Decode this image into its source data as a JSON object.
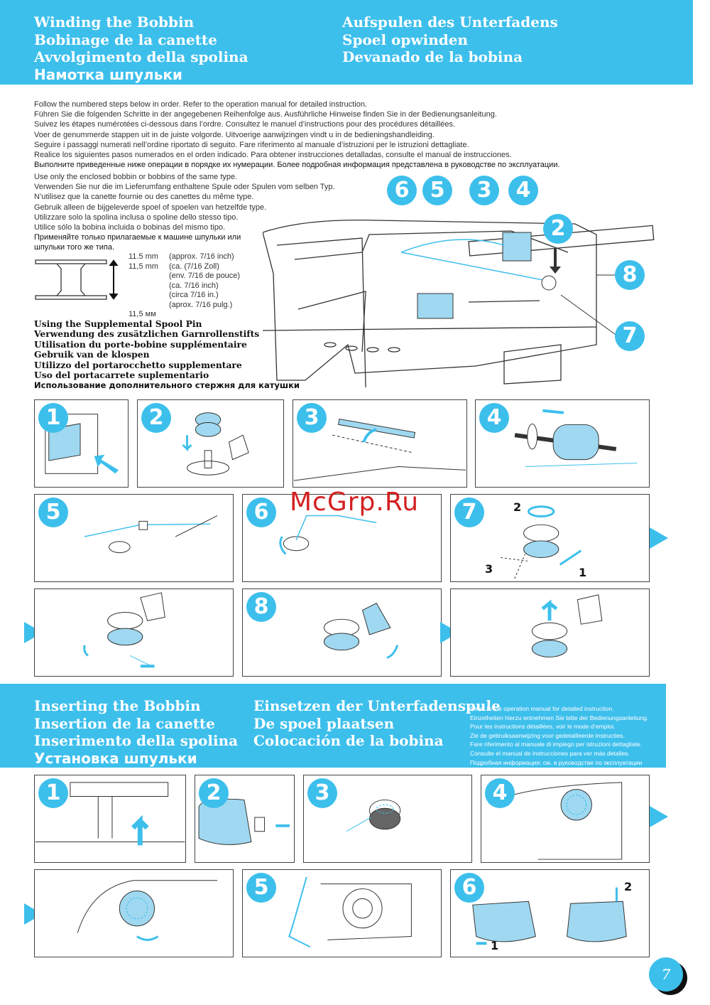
{
  "header": {
    "titles_left": [
      "Winding the Bobbin",
      "Bobinage de la canette",
      "Avvolgimento della spolina",
      "Намотка шпульки"
    ],
    "titles_right": [
      "Aufspulen des Unterfadens",
      "Spoel opwinden",
      "Devanado de la bobina"
    ]
  },
  "intro": [
    "Follow the numbered steps below in order. Refer to the operation manual for detailed instruction.",
    "Führen Sie die folgenden Schritte in der angegebenen Reihenfolge aus. Ausführliche Hinweise finden Sie in der Bedienungsanleitung.",
    "Suivez les étapes numérotées ci-dessous dans l’ordre. Consultez le manuel d’instructions pour des procédures détaillées.",
    "Voer de genummerde stappen uit in de juiste volgorde. Uitvoerige aanwijzingen vindt u in de bedieningshandleiding.",
    "Seguire i passaggi numerati nell’ordine riportato di seguito. Fare riferimento al manuale d’istruzioni per le istruzioni dettagliate.",
    "Realice los siguientes pasos numerados en el orden indicado. Para obtener instrucciones detalladas, consulte el manual de instrucciones.",
    "Выполните приведенные ниже операции в порядке их нумерации. Более подробная информация представлена в руководстве по эксплуатации."
  ],
  "bobbin_note": [
    "Use only the enclosed bobbin or bobbins of the same type.",
    "Verwenden Sie nur die im Lieferumfang enthaltene Spule oder Spulen vom selben Typ.",
    "N’utilisez que la canette fournie ou des canettes du même type.",
    "Gebruik alleen de bijgeleverde spoel of spoelen van hetzelfde type.",
    "Utilizzare solo la spolina inclusa o spoline dello stesso tipo.",
    "Utilice sólo la bobina incluida o bobinas del mismo tipo.",
    "Применяйте только прилагаемые к машине шпульки или",
    "шпульки того же типа."
  ],
  "dimension": {
    "mm": [
      "11.5 mm",
      "11,5 mm"
    ],
    "inch": [
      "(approx. 7/16 inch)",
      "(ca. (7/16 Zoll)",
      "(env. 7/16 de pouce)",
      "(ca. 7/16 inch)",
      "(circa 7/16 in.)",
      "(aprox. 7/16 pulg.)"
    ],
    "mm_ru": "11,5 мм"
  },
  "spool_pin": [
    "Using the Supplemental Spool Pin",
    "Verwendung des zusätzlichen Garnrollenstifts",
    "Utilisation du porte-bobine supplémentaire",
    "Gebruik van de klospen",
    "Utilizzo del portarocchetto supplementare",
    "Uso del portacarrete suplementario",
    "Использование дополнительного стержня для катушки"
  ],
  "diagram_steps": [
    "6",
    "5",
    "3",
    "4",
    "2",
    "8",
    "7"
  ],
  "winding_steps": [
    "1",
    "2",
    "3",
    "4",
    "5",
    "6",
    "7",
    "8"
  ],
  "step7_labels": [
    "2",
    "3",
    "1"
  ],
  "watermark": "McGrp.Ru",
  "inserting": {
    "titles_left": [
      "Inserting the Bobbin",
      "Insertion de la canette",
      "Inserimento della spolina",
      "Установка шпульки"
    ],
    "titles_right": [
      "Einsetzen der Unterfadenspule",
      "De spoel plaatsen",
      "Colocación de la bobina"
    ],
    "notes": [
      "Refer to the operation manual for detailed instruction.",
      "Einzelheiten hierzu entnehmen Sie bitte der Bedienungsanleitung.",
      "Pour les instructions détaillées, voir le mode d’emploi.",
      "Zie de gebruiksaanwijzing voor gedetailleerde instructies.",
      "Fare riferimento al manuale di impiego per istruzioni dettagliate.",
      "Consulte el manual de instrucciones para ver más detalles.",
      "Подробная информация: см. в руководстве по эксплуатации"
    ],
    "steps": [
      "1",
      "2",
      "3",
      "4",
      "5",
      "6"
    ],
    "step6_labels": [
      "1",
      "2"
    ]
  },
  "page_number": "7",
  "colors": {
    "accent": "#3dbfec",
    "watermark": "#d42020"
  }
}
